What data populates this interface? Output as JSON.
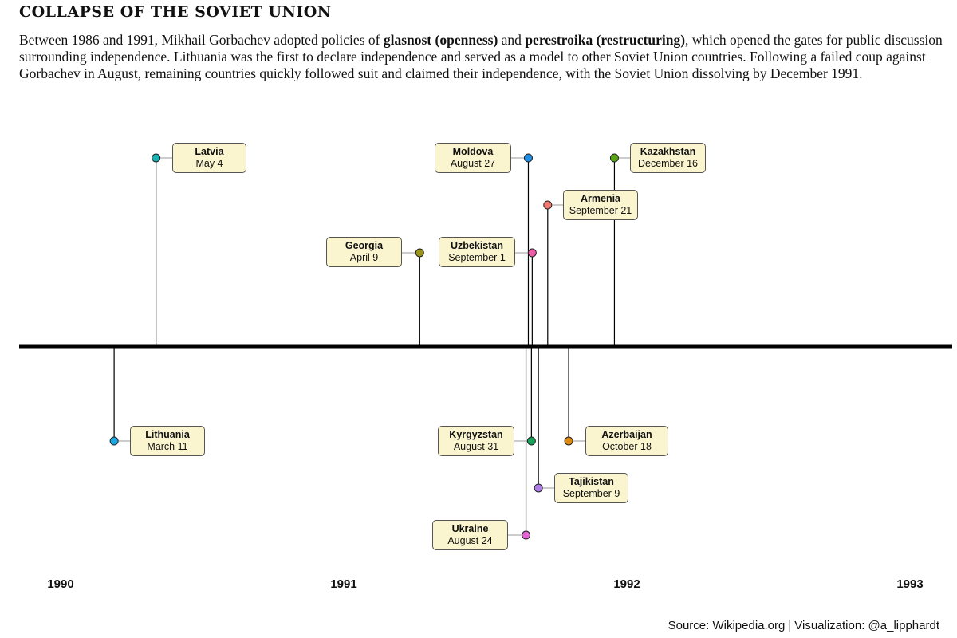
{
  "title": "COLLAPSE OF THE SOVIET UNION",
  "intro": {
    "part1": "Between 1986 and 1991, Mikhail Gorbachev adopted policies of ",
    "bold1": "glasnost (openness)",
    "part2": " and ",
    "bold2": "perestroika (restructuring)",
    "part3": ", which opened the gates for public discussion surrounding independence. Lithuania was the first to declare independence and served as a model to other Soviet Union countries. Following a failed coup against Gorbachev in August, remaining countries quickly followed suit and claimed their independence, with the Soviet Union dissolving by December 1991."
  },
  "years": [
    "1990",
    "1991",
    "1992",
    "1993"
  ],
  "events": [
    {
      "name": "Lithuania",
      "date": "March 11",
      "iso": "1990-03-11",
      "color": "#1aa7e0"
    },
    {
      "name": "Latvia",
      "date": "May 4",
      "iso": "1990-05-04",
      "color": "#17b3b3"
    },
    {
      "name": "Georgia",
      "date": "April 9",
      "iso": "1991-04-09",
      "color": "#9a9418"
    },
    {
      "name": "Ukraine",
      "date": "August 24",
      "iso": "1991-08-24",
      "color": "#e463d5"
    },
    {
      "name": "Moldova",
      "date": "August 27",
      "iso": "1991-08-27",
      "color": "#1e90e8"
    },
    {
      "name": "Kyrgyzstan",
      "date": "August 31",
      "iso": "1991-08-31",
      "color": "#17a35a"
    },
    {
      "name": "Uzbekistan",
      "date": "September 1",
      "iso": "1991-09-01",
      "color": "#ef5ca8"
    },
    {
      "name": "Tajikistan",
      "date": "September 9",
      "iso": "1991-09-09",
      "color": "#b07ce8"
    },
    {
      "name": "Armenia",
      "date": "September 21",
      "iso": "1991-09-21",
      "color": "#f27a72"
    },
    {
      "name": "Azerbaijan",
      "date": "October 18",
      "iso": "1991-10-18",
      "color": "#e08a0c"
    },
    {
      "name": "Kazakhstan",
      "date": "December 16",
      "iso": "1991-12-16",
      "color": "#5aa514"
    }
  ],
  "source": {
    "label": "Source:",
    "site": "Wikipedia.org",
    "sep": "|",
    "viz_label": "Visualization:",
    "author": "@a_lipphardt"
  }
}
